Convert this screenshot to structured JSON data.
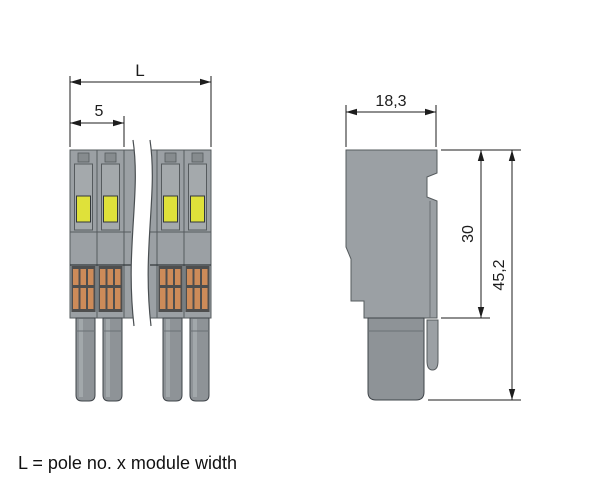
{
  "diagram": {
    "type": "technical-drawing",
    "views": {
      "front": {
        "dim_overall_width": "L",
        "dim_module_width": "5"
      },
      "side": {
        "dim_depth": "18,3",
        "dim_body_height": "30",
        "dim_total_height": "45,2"
      }
    },
    "footnote": "L = pole no. x module width",
    "colors": {
      "background": "#ffffff",
      "housing": "#9ba0a4",
      "housing_outline": "#565b5e",
      "housing_dark_outline": "#33383b",
      "channel": "#a4a9ac",
      "slot": "#868b8e",
      "lever": "#dfe13a",
      "contact_base": "#4e4e4e",
      "contact": "#cd8b59",
      "pin": "#8e9397",
      "pin_outline": "#3f4449",
      "dimension": "#1d1d1d"
    }
  }
}
